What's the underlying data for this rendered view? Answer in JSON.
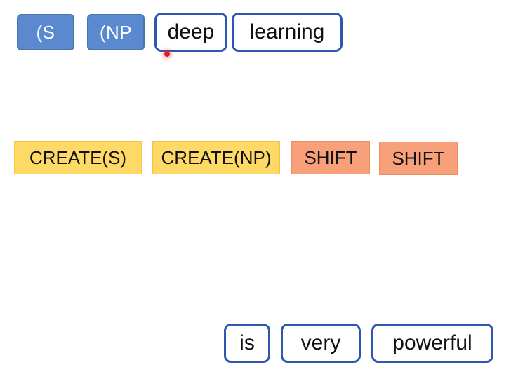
{
  "stack": {
    "items": [
      {
        "label": "(S"
      },
      {
        "label": "(NP"
      }
    ]
  },
  "processed_words": {
    "items": [
      {
        "label": "deep"
      },
      {
        "label": "learning"
      }
    ]
  },
  "actions": {
    "items": [
      {
        "label": "CREATE(S)",
        "kind": "create"
      },
      {
        "label": "CREATE(NP)",
        "kind": "create"
      },
      {
        "label": "SHIFT",
        "kind": "shift"
      },
      {
        "label": "SHIFT",
        "kind": "shift"
      }
    ]
  },
  "buffer": {
    "items": [
      {
        "label": "is"
      },
      {
        "label": "very"
      },
      {
        "label": "powerful"
      }
    ]
  },
  "colors": {
    "stack_fill": "#5b89cf",
    "word_border": "#2f56b0",
    "create_fill": "#ffd966",
    "shift_fill": "#f8a07a",
    "cursor": "#e51c1c"
  },
  "icons": {
    "pointer": "cursor-dot-icon"
  }
}
